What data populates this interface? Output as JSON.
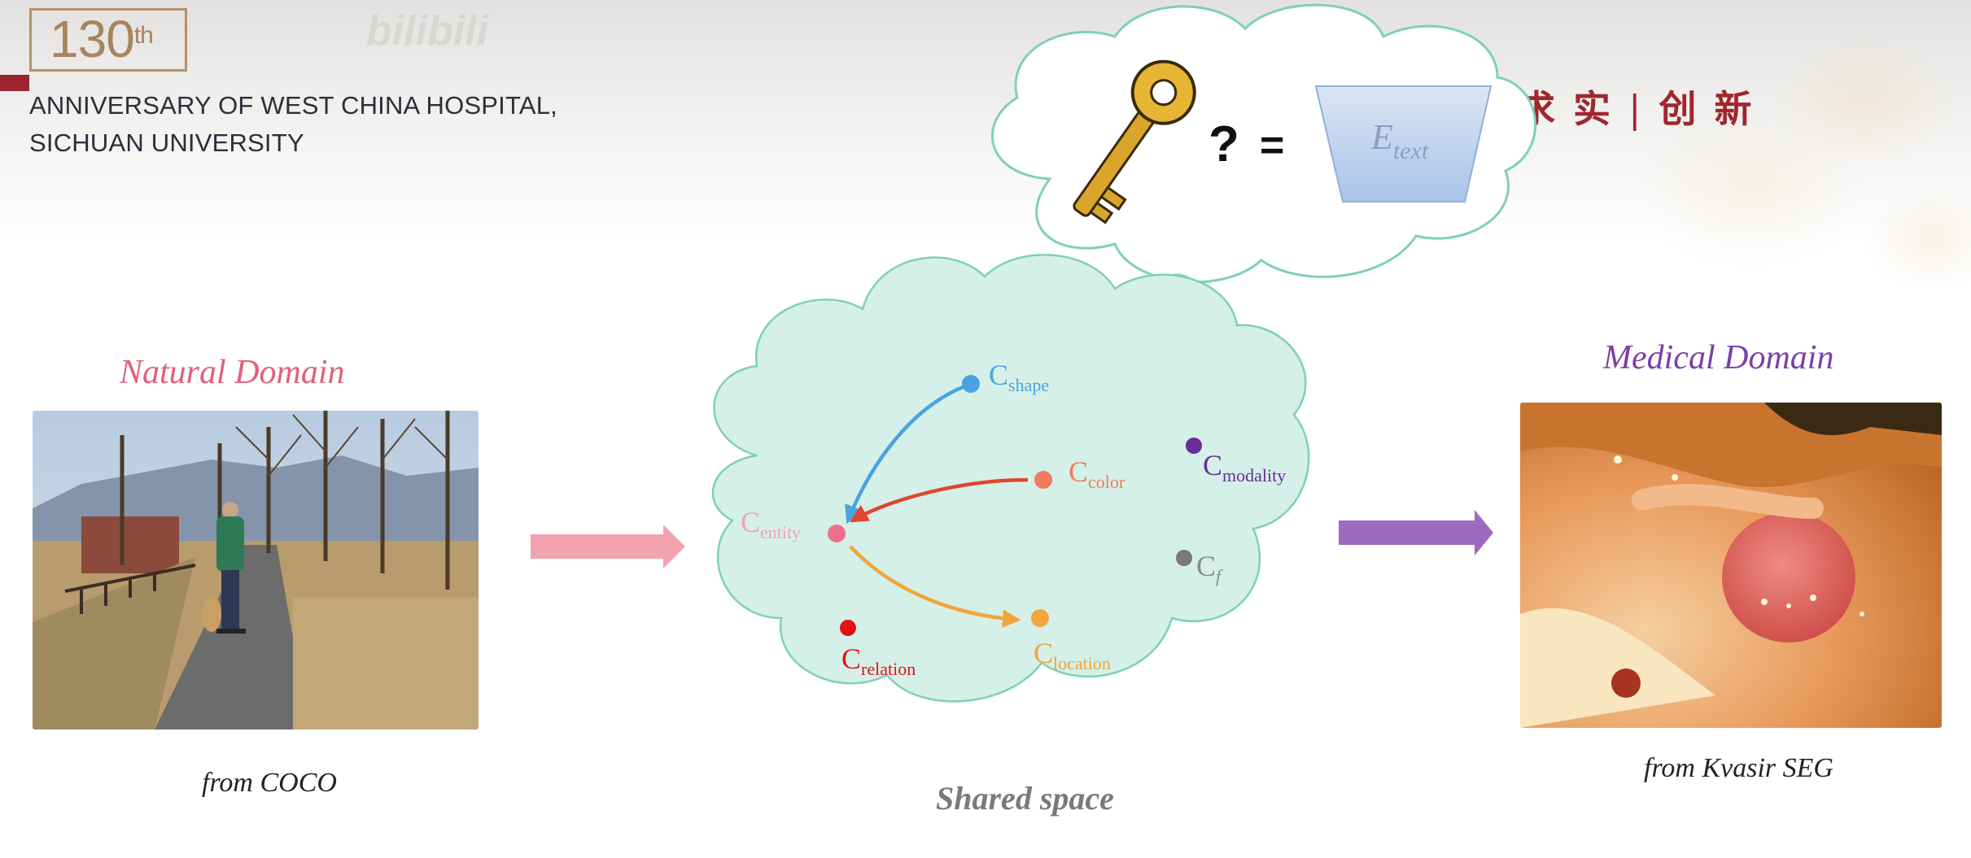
{
  "header": {
    "logo_text": "130",
    "logo_sup": "th",
    "institution_line1": "ANNIVERSARY OF WEST CHINA HOSPITAL,",
    "institution_line2": "SICHUAN UNIVERSITY",
    "motto_left": "求实",
    "motto_divider": "|",
    "motto_right": "创新",
    "watermark": "bilibili"
  },
  "thought_bubble": {
    "question_mark": "?",
    "equals": "=",
    "encoder_symbol": "E",
    "encoder_subscript": "text",
    "icons": [
      "key-icon"
    ]
  },
  "natural": {
    "title": "Natural Domain",
    "caption": "from COCO",
    "title_color": "#e0607a"
  },
  "medical": {
    "title": "Medical Domain",
    "caption": "from  Kvasir SEG",
    "title_color": "#7a3fa8"
  },
  "shared": {
    "caption": "Shared space",
    "concepts": [
      {
        "id": "shape",
        "base": "C",
        "sub": "shape",
        "color": "#4aa3e0"
      },
      {
        "id": "color",
        "base": "C",
        "sub": "color",
        "color": "#ef7a5e"
      },
      {
        "id": "modality",
        "base": "C",
        "sub": "modality",
        "color": "#6a2e97"
      },
      {
        "id": "entity",
        "base": "C",
        "sub": "entity",
        "color": "#ef6f8a"
      },
      {
        "id": "f",
        "base": "C",
        "sub": "f",
        "color": "#7a7a7a"
      },
      {
        "id": "relation",
        "base": "C",
        "sub": "relation",
        "color": "#e01313"
      },
      {
        "id": "location",
        "base": "C",
        "sub": "location",
        "color": "#f3a43a"
      }
    ]
  },
  "colors": {
    "cloud_fill": "#d4f0e8",
    "cloud_stroke": "#7fd0b8",
    "arrow_pink": "#f2a3b0",
    "arrow_purple": "#9d6ac0",
    "encoder_fill": "#b7cdea"
  }
}
